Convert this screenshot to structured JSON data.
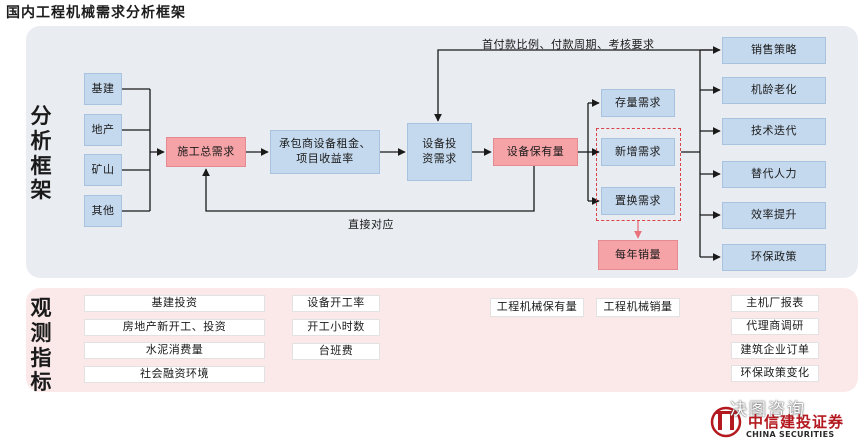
{
  "title": "国内工程机械需求分析框架",
  "side": {
    "top": "分\n析\n框\n架",
    "bottom": "观\n测\n指\n标"
  },
  "sources": [
    "基建",
    "地产",
    "矿山",
    "其他"
  ],
  "flow": {
    "construction_demand": "施工总需求",
    "rental": "承包商设备租金、\n项目收益率",
    "equip_invest": "设备投\n资需求",
    "equip_stock": "设备保有量",
    "stock_demand": "存量需求",
    "new_demand": "新增需求",
    "replace_demand": "置换需求",
    "annual_sales": "每年销量"
  },
  "labels": {
    "top_arrow": "首付款比例、付款周期、考核要求",
    "bottom_arrow": "直接对应"
  },
  "factors": [
    "销售策略",
    "机龄老化",
    "技术迭代",
    "替代人力",
    "效率提升",
    "环保政策"
  ],
  "indicators": {
    "col1": [
      "基建投资",
      "房地产新开工、投资",
      "水泥消费量",
      "社会融资环境"
    ],
    "col2": [
      "设备开工率",
      "开工小时数",
      "台班费"
    ],
    "col3": "工程机械保有量",
    "col4": "工程机械销量",
    "col5": [
      "主机厂报表",
      "代理商调研",
      "建筑企业订单",
      "环保政策变化"
    ]
  },
  "watermark": {
    "text": "决图咨询",
    "logo_cn": "中信建投证券",
    "logo_en": "CHINA SECURITIES"
  },
  "colors": {
    "blue_box": "#c5d9ee",
    "pink_box": "#f5a3a7",
    "top_panel": "#e9ecf1",
    "bottom_panel": "#fbe9ea",
    "arrow": "#1a1a1a",
    "dashed": "#d9434a"
  }
}
